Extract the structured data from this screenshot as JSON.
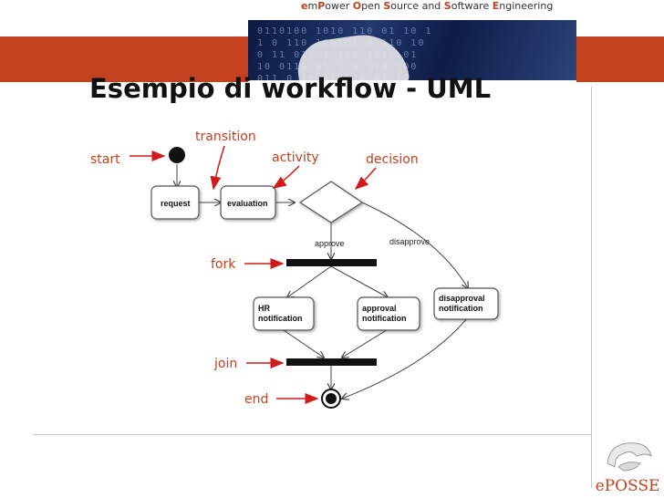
{
  "header": {
    "tagline": [
      {
        "hl": "e",
        "rest": "m"
      },
      {
        "hl": "P",
        "rest": "ower "
      },
      {
        "hl": "O",
        "rest": "pen "
      },
      {
        "hl": "S",
        "rest": "ource and "
      },
      {
        "hl": "S",
        "rest": "oftware "
      },
      {
        "hl": "E",
        "rest": "ngineering"
      }
    ],
    "binary_rows": [
      "0110100 1010 110 01 10 1",
      "1 0 110 100101 0 110 10",
      "0 11 010 1 100 1010 01",
      "10 0110 01 1 0 110 100",
      "011 0 10 1101 0 01 10"
    ]
  },
  "slide": {
    "title": "Esempio di workflow - UML"
  },
  "diagram": {
    "labels": {
      "start": "start",
      "transition": "transition",
      "activity": "activity",
      "decision": "decision",
      "fork": "fork",
      "join": "join",
      "end": "end"
    },
    "activities": {
      "request": [
        "request"
      ],
      "evaluation": [
        "evaluation"
      ],
      "hr": [
        "HR",
        "notification"
      ],
      "approval": [
        "approval",
        "notification"
      ],
      "disapproval": [
        "disapproval",
        "notification"
      ]
    },
    "guards": {
      "approve": "approve",
      "disapprove": "disapprove"
    },
    "colors": {
      "label": "#c2411e",
      "arrow": "#d21a1a",
      "bar": "#111111",
      "banner": "#c2411e"
    }
  },
  "logo": {
    "text": "ePOSSE"
  }
}
